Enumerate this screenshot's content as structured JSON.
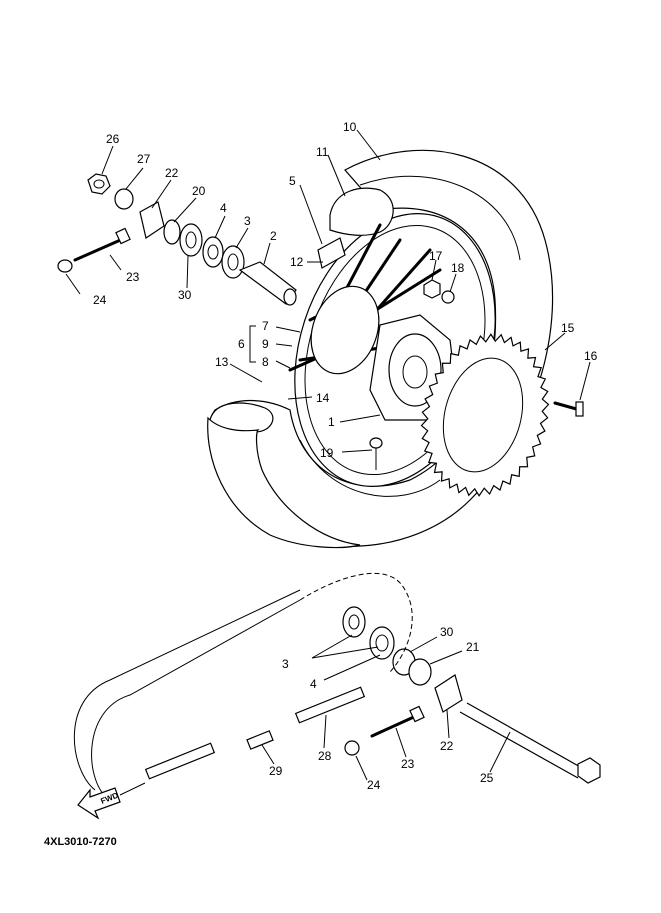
{
  "callouts": {
    "c1": "1",
    "c2": "2",
    "c3": "3",
    "c4": "4",
    "c5": "5",
    "c6": "6",
    "c7": "7",
    "c8": "8",
    "c9": "9",
    "c10": "10",
    "c11": "11",
    "c12": "12",
    "c13": "13",
    "c14": "14",
    "c15": "15",
    "c16": "16",
    "c17": "17",
    "c18": "18",
    "c19": "19",
    "c20": "20",
    "c22": "22",
    "c23": "23",
    "c24": "24",
    "c26": "26",
    "c27": "27",
    "c30": "30",
    "b3": "3",
    "b4": "4",
    "b30": "30",
    "b21": "21",
    "b22": "22",
    "b23": "23",
    "b24": "24",
    "b25": "25",
    "b28": "28",
    "b29": "29"
  },
  "fwd_label": "FWD",
  "diagram_code": "4XL3010-7270"
}
